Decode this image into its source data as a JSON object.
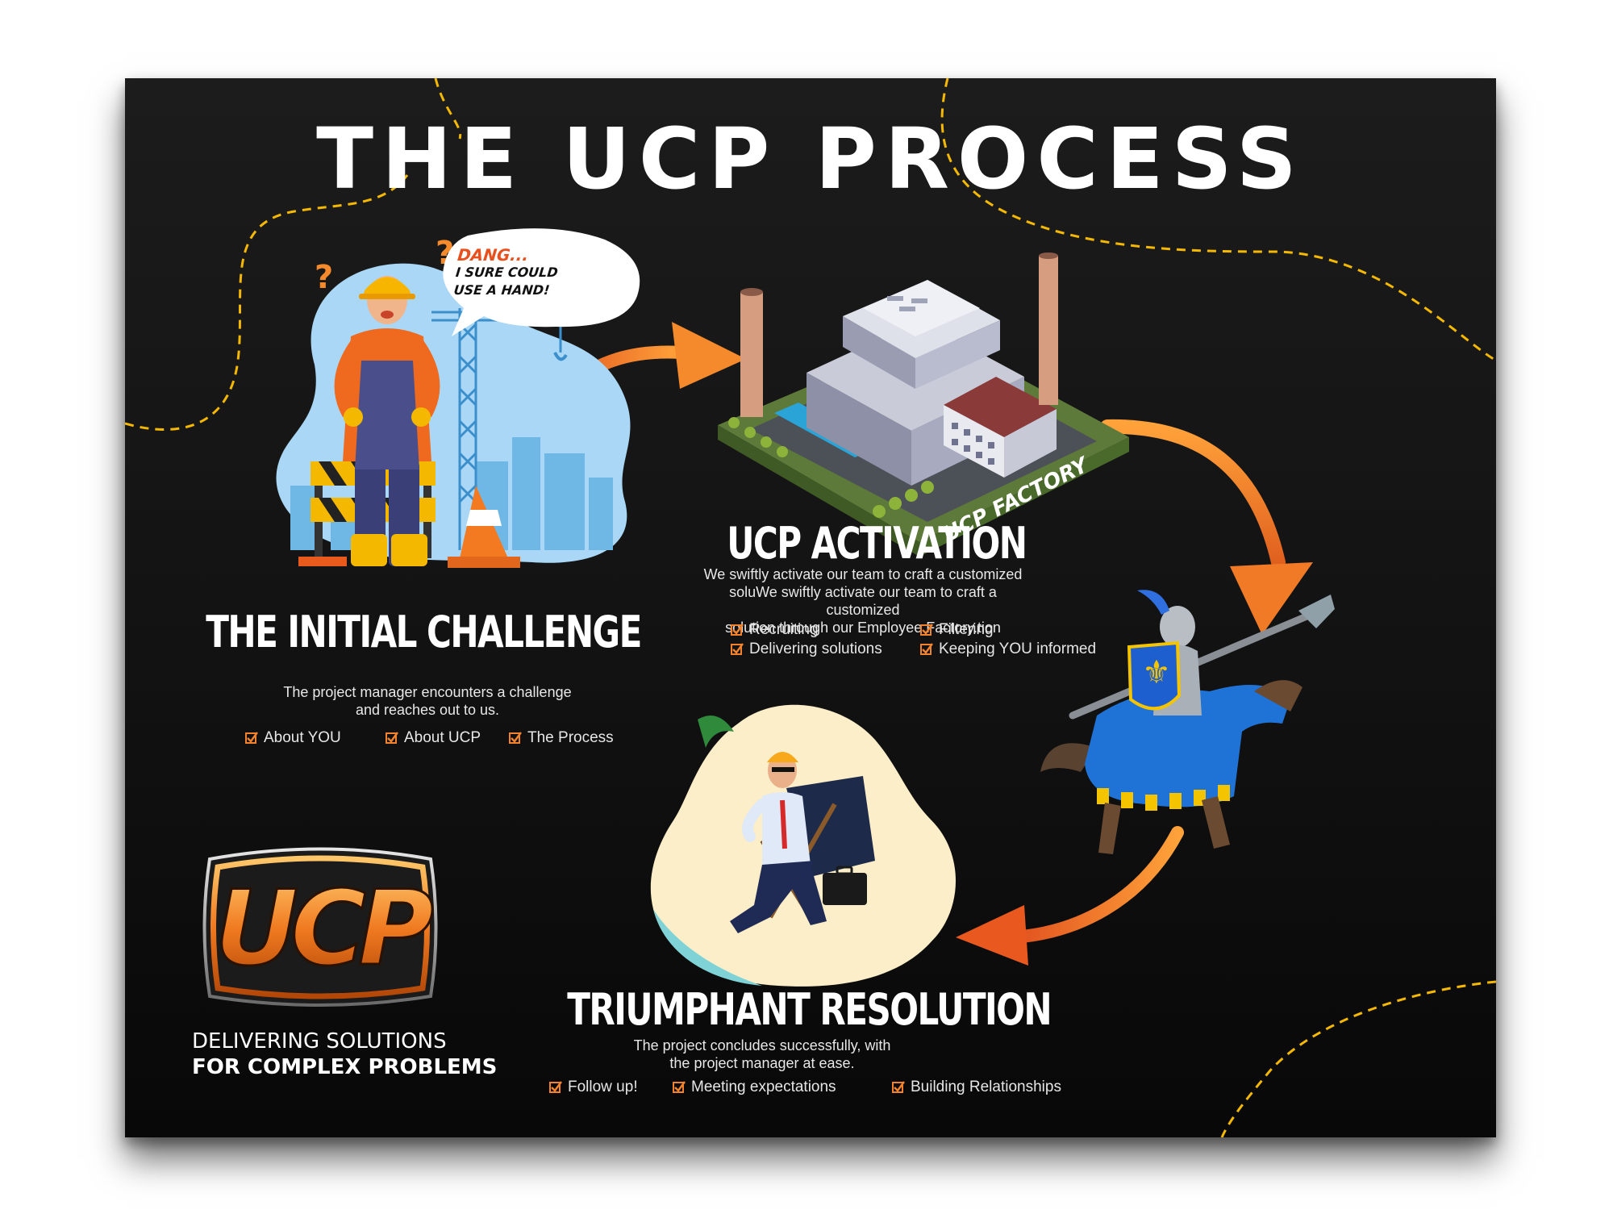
{
  "title": "THE UCP PROCESS",
  "colors": {
    "accent": "#f2832c",
    "background": "#121212",
    "dash": "#f5b800",
    "text": "#ffffff"
  },
  "bubble": {
    "line1": "DANG...",
    "line2": "I SURE COULD",
    "line3": "USE A HAND!"
  },
  "factory_label": "UCP FACTORY",
  "sections": {
    "challenge": {
      "heading": "THE INITIAL CHALLENGE",
      "desc_line1": "The project manager encounters a challenge",
      "desc_line2": "and reaches out to us.",
      "items": [
        "About YOU",
        "About UCP",
        "The Process"
      ]
    },
    "activation": {
      "heading": "UCP ACTIVATION",
      "desc_line1": "We swiftly activate our team to craft a customized",
      "desc_line2": "soluWe swiftly activate our team to craft a customized",
      "desc_line3": "solution through our Employee Factory.tion",
      "items": [
        "Recruiting",
        "Filtering",
        "Delivering solutions",
        "Keeping YOU informed"
      ]
    },
    "resolution": {
      "heading": "TRIUMPHANT RESOLUTION",
      "desc_line1": "The project concludes successfully, with",
      "desc_line2": "the project manager at ease.",
      "items": [
        "Follow up!",
        "Meeting expectations",
        "Building Relationships"
      ]
    }
  },
  "logo": {
    "text": "UCP"
  },
  "tagline": {
    "line1": "DELIVERING SOLUTIONS",
    "line2": "FOR COMPLEX PROBLEMS"
  },
  "icons": [
    "checkbox-icon",
    "arrow-icon",
    "question-mark-icon",
    "construction-crane-icon",
    "traffic-cone-icon",
    "factory-icon",
    "knight-icon",
    "beach-chair-icon",
    "briefcase-icon"
  ]
}
